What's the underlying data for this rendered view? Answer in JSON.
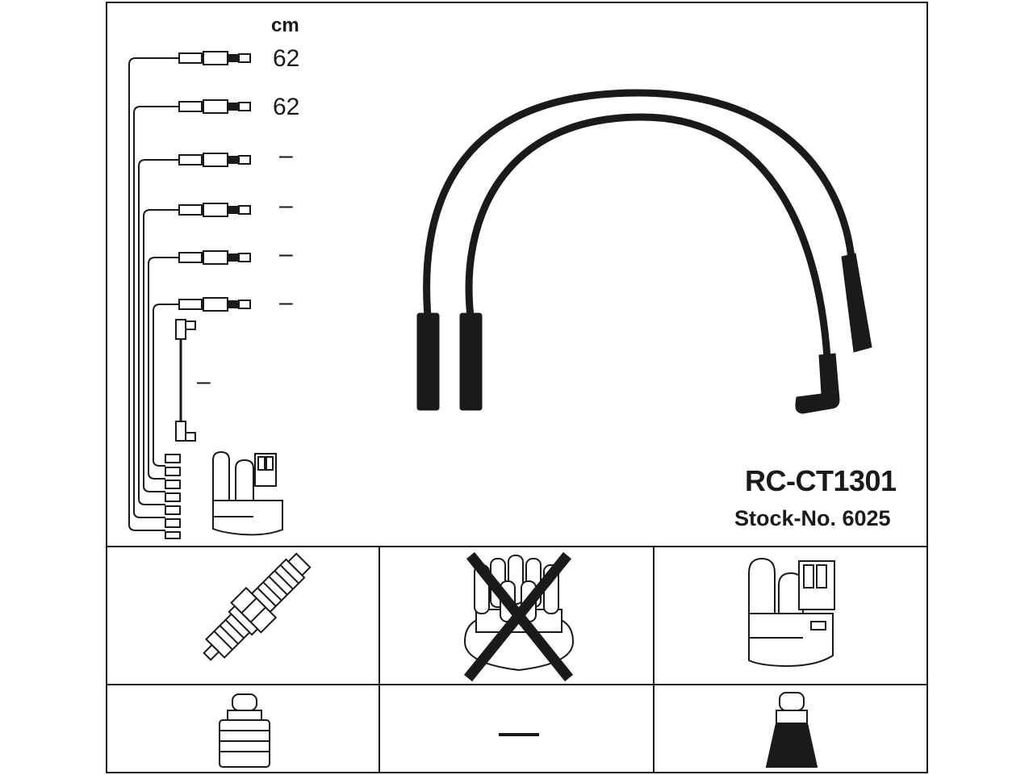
{
  "diagram": {
    "unit_label": "cm",
    "lead_lengths": [
      "62",
      "62",
      "–",
      "–",
      "–",
      "–"
    ],
    "coil_lead_length": "–",
    "part_number": "RC-CT1301",
    "stock_number": "Stock-No. 6025"
  },
  "components": {
    "spark_plug_boot": "–"
  },
  "colors": {
    "line": "#1a1a1a",
    "background": "#ffffff"
  }
}
